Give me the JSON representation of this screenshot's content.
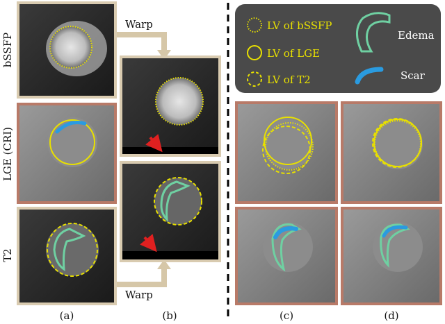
{
  "row_labels": [
    "bSSFP",
    "LGE (CRI)",
    "T2"
  ],
  "arrows": {
    "top": "Warp",
    "bottom": "Warp"
  },
  "legend": {
    "items": [
      {
        "label": "LV of bSSFP",
        "style": "dotted",
        "color": "#e8e000"
      },
      {
        "label": "LV of  LGE",
        "style": "solid",
        "color": "#e8e000"
      },
      {
        "label": "LV of T2",
        "style": "dashed",
        "color": "#e8e000"
      }
    ],
    "edema_label": "Edema",
    "scar_label": "Scar",
    "edema_color": "#6fd0a2",
    "scar_color": "#2a9be0"
  },
  "column_labels": [
    "(a)",
    "(b)",
    "(c)",
    "(d)"
  ],
  "colors": {
    "frame_bssfp": "#d9cbb0",
    "frame_lge": "#b87a68",
    "frame_t2": "#d9cbb0",
    "arrow": "#d6c7a8",
    "contour": "#e8e000",
    "legend_bg": "#4a4a4a",
    "red_arrow": "#e02020"
  }
}
